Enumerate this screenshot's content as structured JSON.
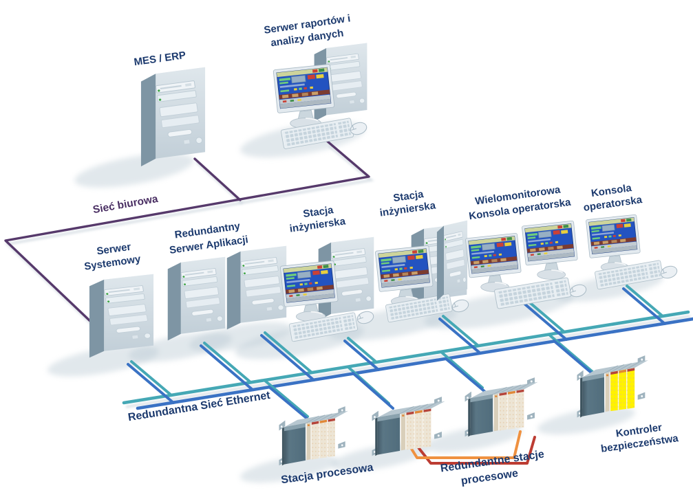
{
  "diagram": {
    "labels": {
      "mes_erp": {
        "line1": "MES / ERP"
      },
      "reports": {
        "line1": "Serwer raportów i",
        "line2": "analizy danych"
      },
      "office_network": {
        "line1": "Sieć biurowa"
      },
      "system_server": {
        "line1": "Serwer",
        "line2": "Systemowy"
      },
      "app_server": {
        "line1": "Redundantny",
        "line2": "Serwer Aplikacji"
      },
      "eng_station_1": {
        "line1": "Stacja",
        "line2": "inżynierska"
      },
      "eng_station_2": {
        "line1": "Stacja",
        "line2": "inżynierska"
      },
      "multi_console": {
        "line1": "Wielomonitorowa",
        "line2": "Konsola operatorska"
      },
      "operator_console": {
        "line1": "Konsola",
        "line2": "operatorska"
      },
      "ethernet": {
        "line1": "Redundantna Sieć Ethernet"
      },
      "process_station": {
        "line1": "Stacja procesowa"
      },
      "redundant_process": {
        "line1": "Redundantne stacje",
        "line2": "procesowe"
      },
      "safety_controller": {
        "line1": "Kontroler",
        "line2": "bezpieczeństwa"
      }
    },
    "colors": {
      "office_network_line": "#56396B",
      "office_network_label": "#4A2F63",
      "ethernet_teal": "#45A8B5",
      "ethernet_blue": "#3A72C4",
      "device_label_navy": "#1C3A6E",
      "redundancy_link_orange": "#EF9140",
      "redundancy_link_red": "#BC3C32",
      "safety_module_yellow": "#FFF200",
      "plc_module_beige": "#EDE5D5"
    },
    "icons": {
      "tower-server-icon": "desktop tower PC",
      "monitor-icon": "monitor with SCADA screen",
      "keyboard-icon": "keyboard",
      "mouse-icon": "mouse",
      "plc-icon": "PLC controller rack"
    }
  }
}
